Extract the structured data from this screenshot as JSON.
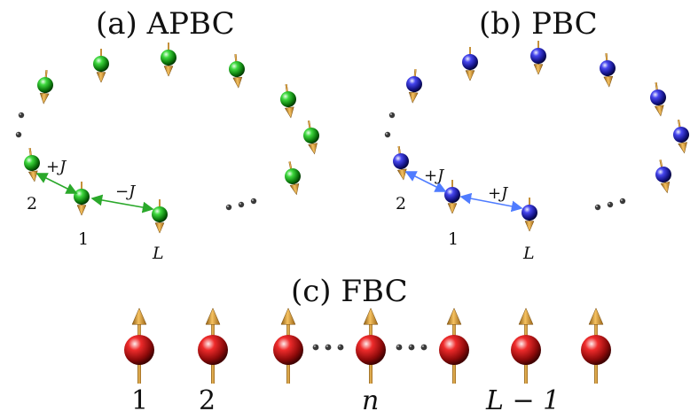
{
  "panels": {
    "apbc": {
      "title": "(a) APBC",
      "coupling_left": "+J",
      "coupling_right": "−J",
      "site_labels": [
        "2",
        "1",
        "L"
      ],
      "sphere_color": "green",
      "bond_color": "#2aa82a"
    },
    "pbc": {
      "title": "(b) PBC",
      "coupling_left": "+J",
      "coupling_right": "+J",
      "site_labels": [
        "2",
        "1",
        "L"
      ],
      "sphere_color": "blue",
      "bond_color": "#4f7cff"
    },
    "fbc": {
      "title": "(c) FBC",
      "sphere_color": "red",
      "site_labels": [
        "1",
        "2",
        "n",
        "L − 1"
      ]
    }
  },
  "colors": {
    "arrow": "#e09a2e",
    "green": "#1fb51f",
    "blue": "#2a2ad6",
    "red": "#d41a1a",
    "dots": "#333333"
  }
}
